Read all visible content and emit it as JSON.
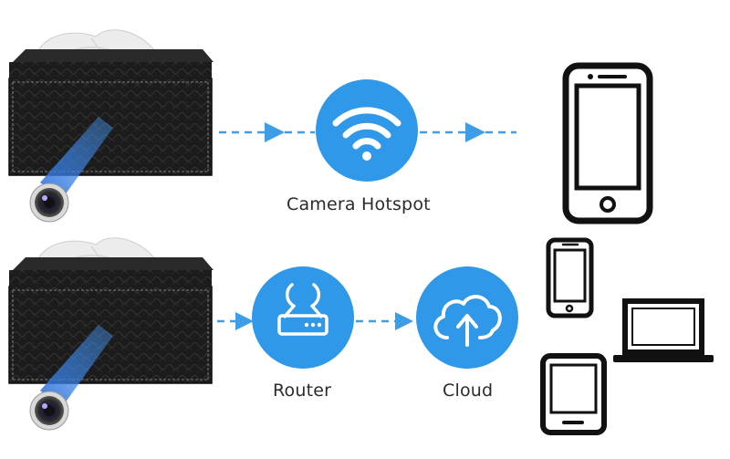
{
  "labels": {
    "hotspot": "Camera Hotspot",
    "router": "Router",
    "cloud": "Cloud"
  },
  "colors": {
    "accent": "#2f98e8",
    "arrow": "#3d9de6",
    "device_outline": "#111111",
    "box_dark": "#1a1a1a",
    "tissue": "#eeeeee"
  },
  "icons": [
    "tissue-box-camera",
    "camera-lens-icon",
    "wifi-icon",
    "router-icon",
    "cloud-upload-icon",
    "smartphone-icon",
    "laptop-icon",
    "tablet-icon"
  ]
}
